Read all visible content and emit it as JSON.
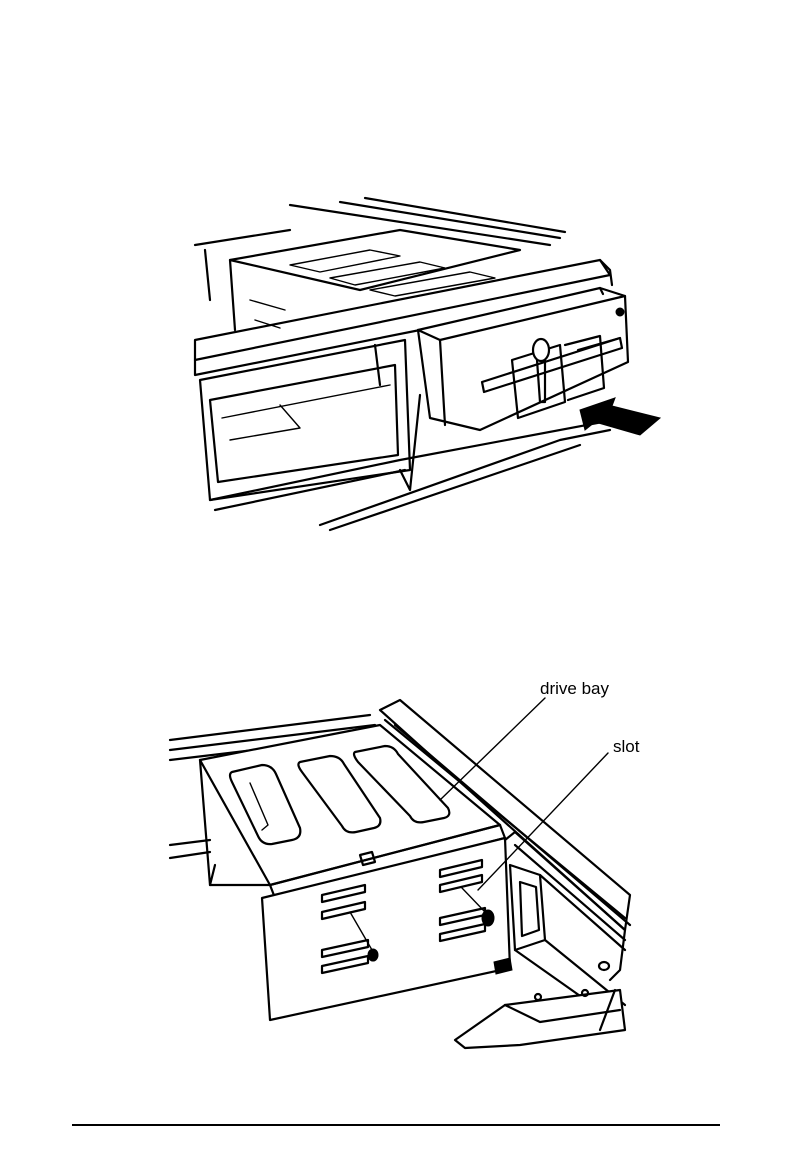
{
  "illustration_top": {
    "icon": "floppy-drive-insertion-illustration"
  },
  "illustration_bottom": {
    "icon": "drive-bay-cage-illustration",
    "callouts": {
      "drive_bay": "drive bay",
      "slot": "slot"
    }
  },
  "colors": {
    "ink": "#000000",
    "paper": "#ffffff"
  }
}
